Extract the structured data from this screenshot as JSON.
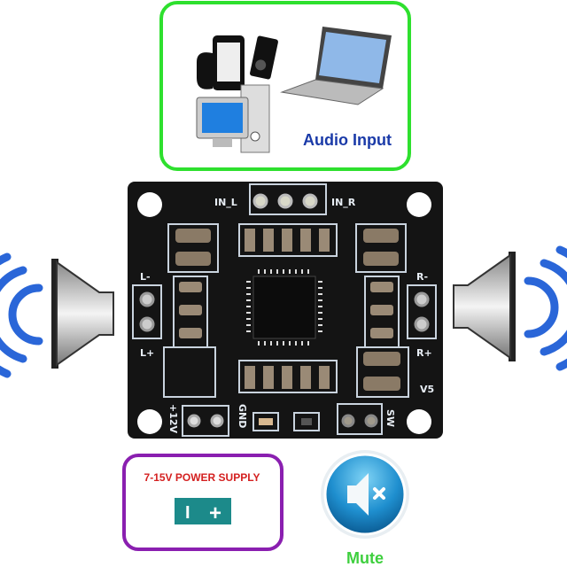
{
  "audio_input": {
    "label": "Audio Input"
  },
  "board": {
    "labels": {
      "in_l": "IN_L",
      "in_r": "IN_R",
      "l_minus": "L-",
      "l_plus": "L+",
      "r_minus": "R-",
      "r_plus": "R+",
      "v5": "V5",
      "plus_12v": "+12V",
      "gnd": "GND",
      "sw": "SW"
    }
  },
  "power_supply": {
    "label": "7-15V POWER SUPPLY",
    "minus_symbol": "I",
    "plus_symbol": "+"
  },
  "mute": {
    "label": "Mute"
  },
  "colors": {
    "audio_box": "#2ee02e",
    "audio_text": "#1a3aa8",
    "power_box": "#8a1fb0",
    "power_text": "#d42020",
    "battery": "#1c8a8a",
    "mute_text": "#3ecf3e",
    "board": "#141414",
    "wave": "#2a66d8"
  }
}
